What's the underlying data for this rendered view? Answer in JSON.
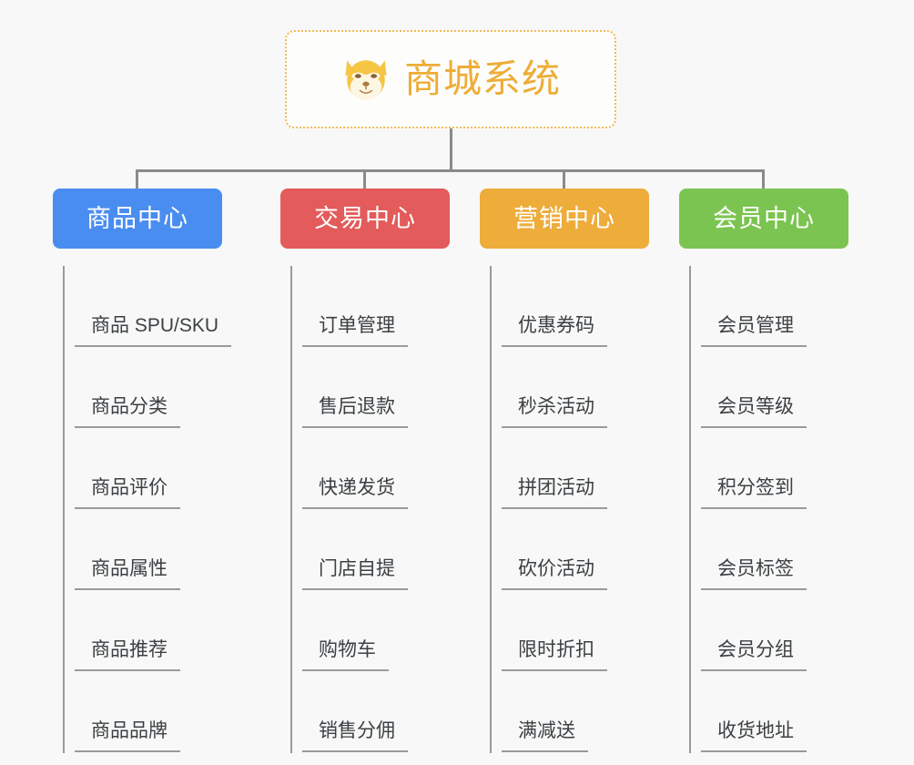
{
  "root": {
    "title": "商城系统",
    "icon": "shiba-dog-icon",
    "border_color": "#f0bb55",
    "text_color": "#edad35"
  },
  "canvas": {
    "background": "#f8f8f8",
    "connector_color": "#8a8a8a",
    "leaf_line_color": "#9a9a9a"
  },
  "columns": [
    {
      "id": "product-center",
      "label": "商品中心",
      "color": "#4a8df0",
      "items": [
        "商品 SPU/SKU",
        "商品分类",
        "商品评价",
        "商品属性",
        "商品推荐",
        "商品品牌"
      ]
    },
    {
      "id": "trade-center",
      "label": "交易中心",
      "color": "#e35b5b",
      "items": [
        "订单管理",
        "售后退款",
        "快递发货",
        "门店自提",
        "购物车",
        "销售分佣"
      ]
    },
    {
      "id": "marketing-center",
      "label": "营销中心",
      "color": "#eeac3b",
      "items": [
        "优惠券码",
        "秒杀活动",
        "拼团活动",
        "砍价活动",
        "限时折扣",
        "满减送"
      ]
    },
    {
      "id": "member-center",
      "label": "会员中心",
      "color": "#7cc451",
      "items": [
        "会员管理",
        "会员等级",
        "积分签到",
        "会员标签",
        "会员分组",
        "收货地址"
      ]
    }
  ]
}
